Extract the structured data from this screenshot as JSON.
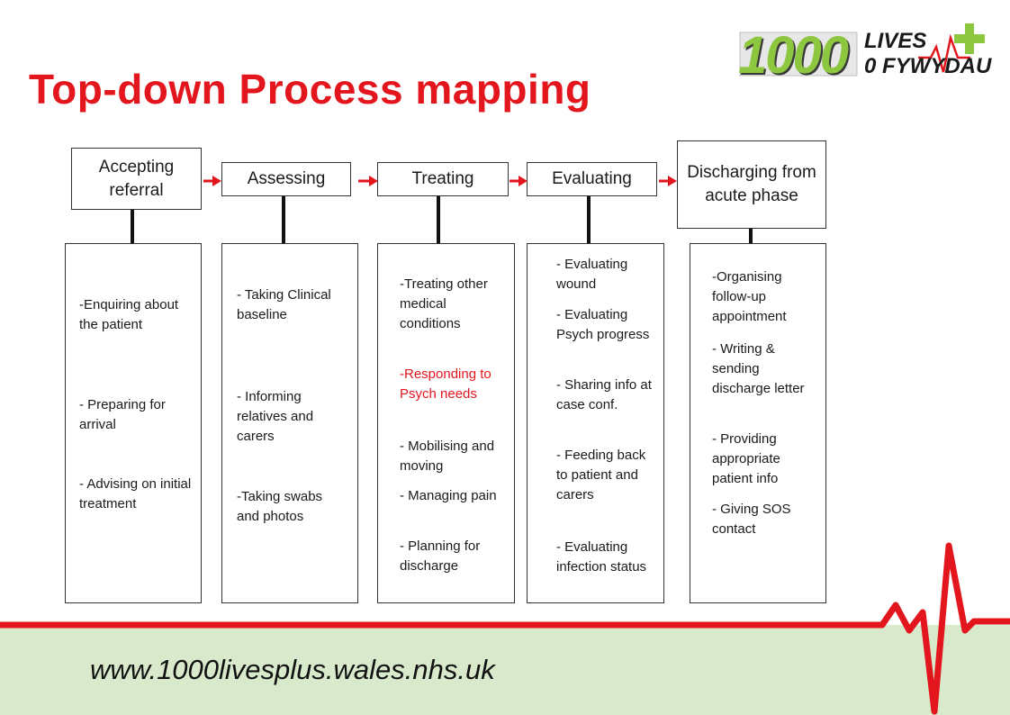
{
  "title": "Top-down Process mapping",
  "logo": {
    "number": "1000",
    "line1": "LIVES",
    "line2": "0 FYWYDAU",
    "accent_color": "#8dc63f",
    "plus_color": "#8dc63f"
  },
  "stages": [
    {
      "label": "Accepting referral",
      "items": [
        "-Enquiring about the patient",
        "- Preparing for arrival",
        "- Advising on initial treatment"
      ]
    },
    {
      "label": "Assessing",
      "items": [
        "- Taking Clinical baseline",
        "- Informing relatives and carers",
        "-Taking swabs and photos"
      ]
    },
    {
      "label": "Treating",
      "items": [
        "-Treating other medical conditions",
        "-Responding to Psych needs",
        "- Mobilising and moving",
        "- Managing pain",
        "- Planning for discharge"
      ]
    },
    {
      "label": "Evaluating",
      "items": [
        "- Evaluating wound",
        "- Evaluating Psych progress",
        "- Sharing info at case conf.",
        "- Feeding back to patient and carers",
        "- Evaluating infection status"
      ]
    },
    {
      "label": "Discharging from acute phase",
      "items": [
        "-Organising follow-up appointment",
        "- Writing & sending discharge letter",
        "- Providing appropriate patient info",
        "- Giving SOS contact"
      ]
    }
  ],
  "colors": {
    "title": "#e3161e",
    "arrow": "#e3161e",
    "heartbeat": "#e3161e",
    "highlight": "#e3161e",
    "footer_band": "#d8eacb"
  },
  "footer": {
    "url": "www.1000livesplus.wales.nhs.uk"
  }
}
